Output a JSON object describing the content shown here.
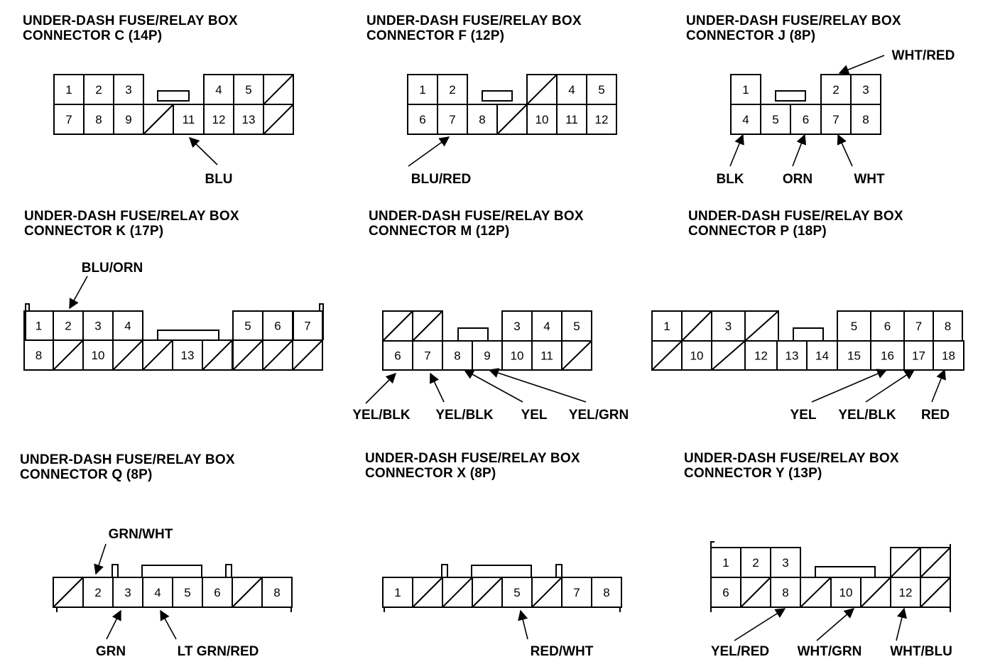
{
  "connectors": [
    {
      "id": "c",
      "title_line1": "UNDER-DASH FUSE/RELAY BOX",
      "title_line2": "CONNECTOR C (14P)",
      "top": [
        "1",
        "2",
        "3",
        "",
        "4",
        "5",
        "/"
      ],
      "bottom": [
        "7",
        "8",
        "9",
        "/",
        "11",
        "12",
        "13",
        "/"
      ],
      "wires": [
        "BLU"
      ]
    },
    {
      "id": "f",
      "title_line1": "UNDER-DASH FUSE/RELAY BOX",
      "title_line2": "CONNECTOR F (12P)",
      "top": [
        "1",
        "2",
        "",
        "/",
        "4",
        "5"
      ],
      "bottom": [
        "6",
        "7",
        "8",
        "/",
        "10",
        "11",
        "12"
      ],
      "wires": [
        "BLU/RED"
      ]
    },
    {
      "id": "j",
      "title_line1": "UNDER-DASH FUSE/RELAY BOX",
      "title_line2": "CONNECTOR J (8P)",
      "top": [
        "1",
        "2",
        "3"
      ],
      "bottom": [
        "4",
        "5",
        "6",
        "7",
        "8"
      ],
      "wires": [
        "WHT/RED",
        "BLK",
        "ORN",
        "WHT"
      ]
    },
    {
      "id": "k",
      "title_line1": "UNDER-DASH FUSE/RELAY BOX",
      "title_line2": "CONNECTOR K (17P)",
      "top": [
        "1",
        "2",
        "3",
        "4",
        "5",
        "6",
        "7"
      ],
      "bottom": [
        "8",
        "/",
        "10",
        "/",
        "/",
        "13",
        "/",
        "/",
        "/",
        "/"
      ],
      "wires": [
        "BLU/ORN"
      ]
    },
    {
      "id": "m",
      "title_line1": "UNDER-DASH FUSE/RELAY BOX",
      "title_line2": "CONNECTOR M (12P)",
      "top": [
        "/",
        "/",
        "3",
        "4",
        "5"
      ],
      "bottom": [
        "6",
        "7",
        "8",
        "9",
        "10",
        "11",
        "/"
      ],
      "wires": [
        "YEL/BLK",
        "YEL/BLK",
        "YEL",
        "YEL/GRN"
      ]
    },
    {
      "id": "p",
      "title_line1": "UNDER-DASH FUSE/RELAY BOX",
      "title_line2": "CONNECTOR P (18P)",
      "top": [
        "1",
        "/",
        "3",
        "/",
        "5",
        "6",
        "7",
        "8"
      ],
      "bottom": [
        "/",
        "10",
        "/",
        "12",
        "13",
        "14",
        "15",
        "16",
        "17",
        "18"
      ],
      "wires": [
        "YEL",
        "YEL/BLK",
        "RED"
      ]
    },
    {
      "id": "q",
      "title_line1": "UNDER-DASH FUSE/RELAY BOX",
      "title_line2": "CONNECTOR Q (8P)",
      "top": [],
      "bottom": [
        "/",
        "2",
        "3",
        "4",
        "5",
        "6",
        "/",
        "8"
      ],
      "wires": [
        "GRN/WHT",
        "GRN",
        "LT GRN/RED"
      ]
    },
    {
      "id": "x",
      "title_line1": "UNDER-DASH FUSE/RELAY BOX",
      "title_line2": "CONNECTOR X (8P)",
      "top": [],
      "bottom": [
        "1",
        "/",
        "/",
        "/",
        "5",
        "/",
        "7",
        "8"
      ],
      "wires": [
        "RED/WHT"
      ]
    },
    {
      "id": "y",
      "title_line1": "UNDER-DASH FUSE/RELAY BOX",
      "title_line2": "CONNECTOR Y (13P)",
      "top": [
        "1",
        "2",
        "3",
        "/",
        "/"
      ],
      "bottom": [
        "6",
        "/",
        "8",
        "/",
        "10",
        "/",
        "12",
        "/"
      ],
      "wires": [
        "YEL/RED",
        "WHT/GRN",
        "WHT/BLU"
      ]
    }
  ]
}
